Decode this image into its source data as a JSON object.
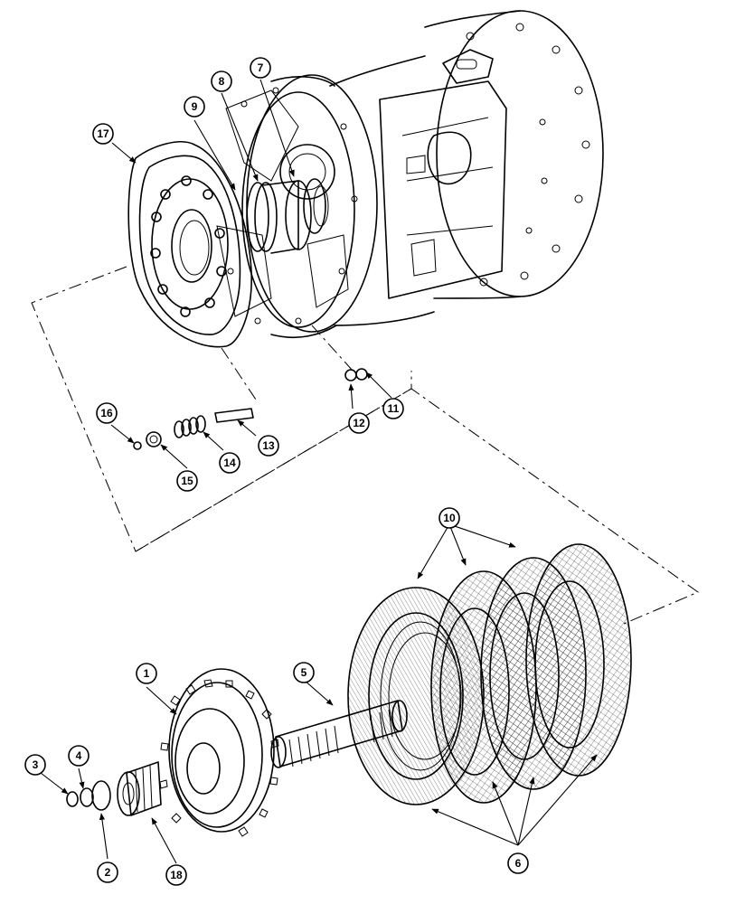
{
  "callouts": [
    {
      "id": "c1",
      "label": "1"
    },
    {
      "id": "c2",
      "label": "2"
    },
    {
      "id": "c3",
      "label": "3"
    },
    {
      "id": "c4",
      "label": "4"
    },
    {
      "id": "c5",
      "label": "5"
    },
    {
      "id": "c6",
      "label": "6"
    },
    {
      "id": "c7",
      "label": "7"
    },
    {
      "id": "c8",
      "label": "8"
    },
    {
      "id": "c9",
      "label": "9"
    },
    {
      "id": "c10",
      "label": "10"
    },
    {
      "id": "c11",
      "label": "11"
    },
    {
      "id": "c12",
      "label": "12"
    },
    {
      "id": "c13",
      "label": "13"
    },
    {
      "id": "c14",
      "label": "14"
    },
    {
      "id": "c15",
      "label": "15"
    },
    {
      "id": "c16",
      "label": "16"
    },
    {
      "id": "c17",
      "label": "17"
    },
    {
      "id": "c18",
      "label": "18"
    }
  ]
}
